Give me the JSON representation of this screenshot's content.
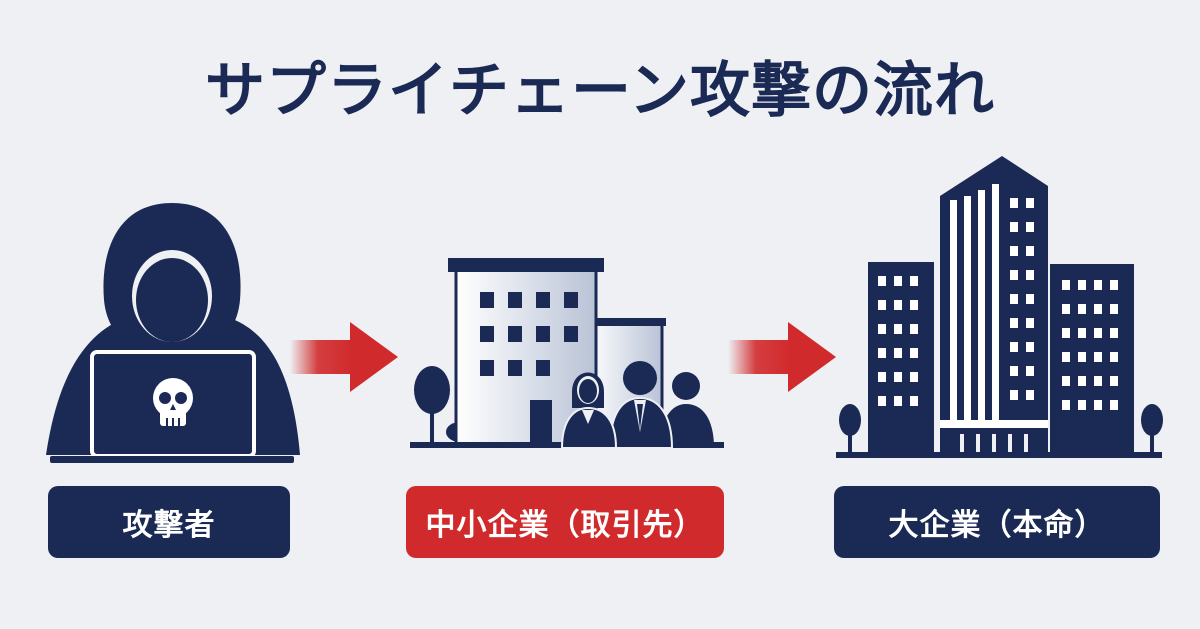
{
  "title": "サプライチェーン攻撃の流れ",
  "nodes": [
    {
      "id": "attacker",
      "label": "攻撃者",
      "icon": "hooded-hacker-icon",
      "color": "#1b2a55"
    },
    {
      "id": "sme",
      "label": "中小企業（取引先）",
      "icon": "small-office-building-icon",
      "color": "#d12a2c"
    },
    {
      "id": "enterprise",
      "label": "大企業（本命）",
      "icon": "skyscraper-icon",
      "color": "#1b2a55"
    }
  ],
  "arrows": [
    {
      "from": "attacker",
      "to": "sme",
      "icon": "red-arrow-icon"
    },
    {
      "from": "sme",
      "to": "enterprise",
      "icon": "red-arrow-icon"
    }
  ],
  "colors": {
    "background": "#eef0f3",
    "navy": "#1b2a55",
    "red": "#d12a2c"
  }
}
